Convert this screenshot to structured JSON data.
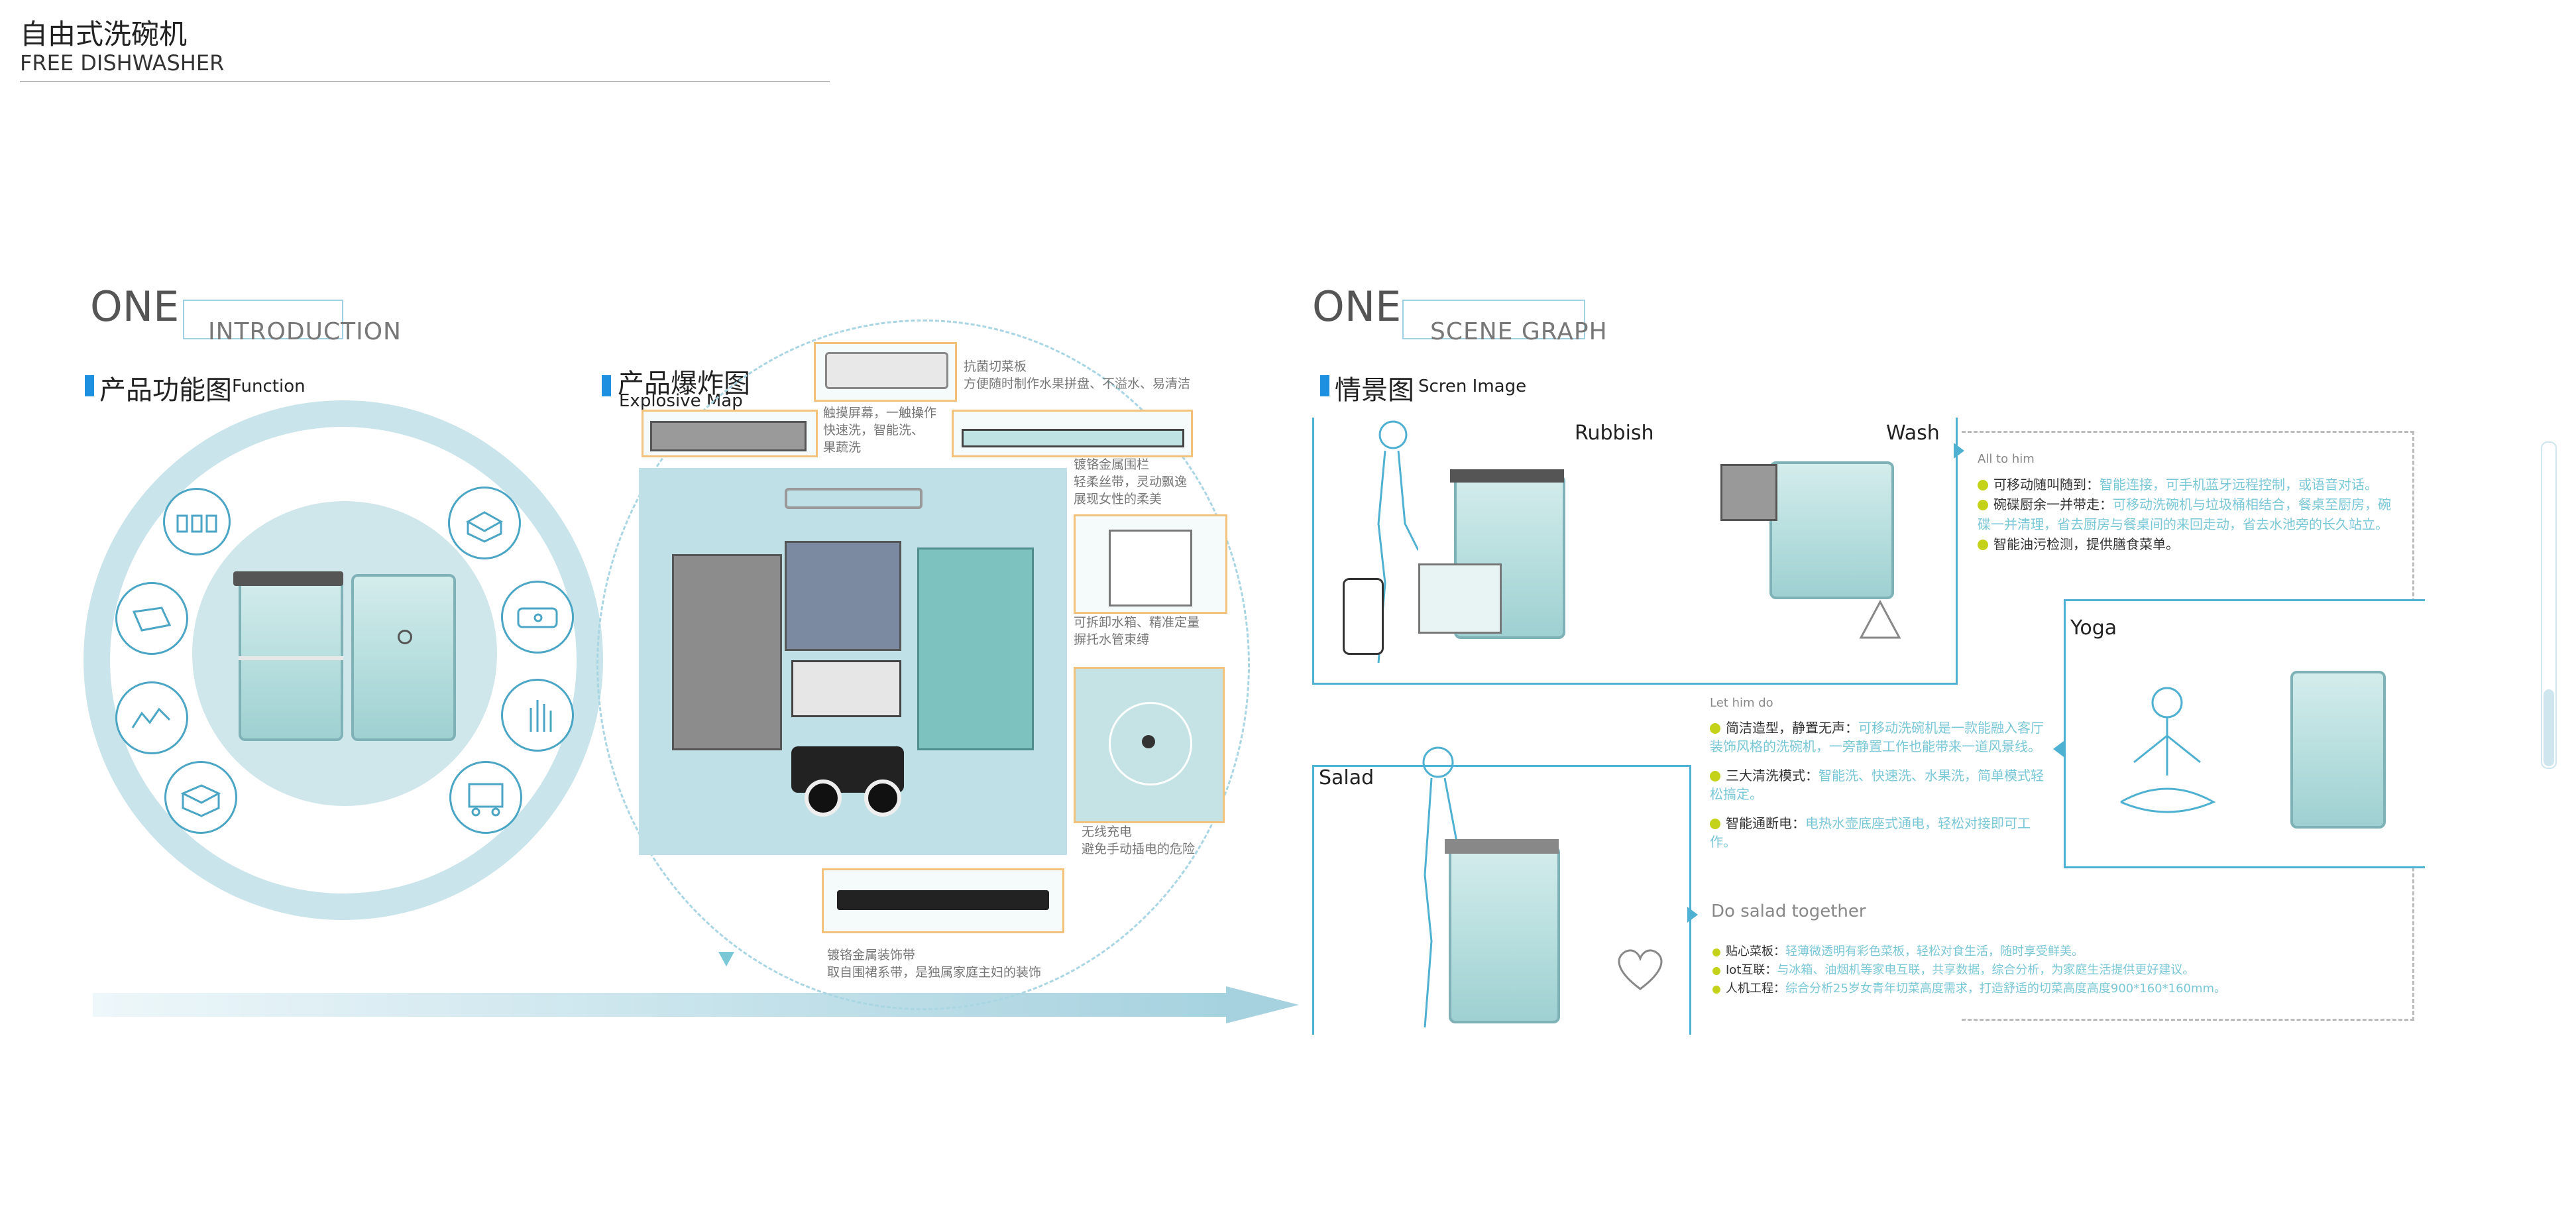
{
  "header": {
    "title_cn": "自由式洗碗机",
    "title_en": "FREE DISHWASHER"
  },
  "intro": {
    "one": "ONE",
    "section": "INTRODUCTION",
    "func_cn": "产品功能图",
    "func_en": "Function",
    "explode_cn": "产品爆炸图",
    "explode_en": "Explosive Map",
    "annotations": {
      "a1": "抗菌切菜板",
      "a1b": "方便随时制作水果拼盘、不溢水、易清洁",
      "a2": "触摸屏幕，一触操作",
      "a2b": "快速洗，智能洗、",
      "a2c": "果蔬洗",
      "a3": "镀铬金属围栏",
      "a3b": "轻柔丝带，灵动飘逸",
      "a3c": "展现女性的柔美",
      "a4": "可拆卸水箱、精准定量",
      "a4b": "摒托水管束缚",
      "a5": "无线充电",
      "a5b": "避免手动插电的危险",
      "a6": "镀铬金属装饰带",
      "a6b": "取自围裙系带，是独属家庭主妇的装饰"
    }
  },
  "scene": {
    "one": "ONE",
    "section": "SCENE GRAPH",
    "title_cn": "情景图",
    "title_en": "Scren Image",
    "labels": {
      "rubbish": "Rubbish",
      "wash": "Wash",
      "salad": "Salad",
      "yoga": "Yoga"
    },
    "all_to_him": {
      "heading": "All to him",
      "items": [
        {
          "lead": "可移动随叫随到：",
          "text": "智能连接，可手机蓝牙远程控制，或语音对话。"
        },
        {
          "lead": "碗碟厨余一并带走：",
          "text": "可移动洗碗机与垃圾桶相结合，餐桌至厨房，碗碟一并清理，省去厨房与餐桌间的来回走动，省去水池旁的长久站立。"
        },
        {
          "lead": "智能油污检测，提供膳食菜单。",
          "text": ""
        }
      ]
    },
    "let_him_do": {
      "heading": "Let him do",
      "items": [
        {
          "lead": "简洁造型，静置无声：",
          "text": "可移动洗碗机是一款能融入客厅装饰风格的洗碗机，一旁静置工作也能带来一道风景线。"
        },
        {
          "lead": "三大清洗模式：",
          "text": "智能洗、快速洗、水果洗，简单模式轻松搞定。"
        },
        {
          "lead": "智能通断电：",
          "text": "电热水壶底座式通电，轻松对接即可工作。"
        }
      ]
    },
    "salad_together": {
      "heading": "Do salad together",
      "items": [
        {
          "lead": "贴心菜板：",
          "text": "轻薄微透明有彩色菜板，轻松对食生活，随时享受鲜美。"
        },
        {
          "lead": "Iot互联：",
          "text": "与冰箱、油烟机等家电互联，共享数据，综合分析，为家庭生活提供更好建议。"
        },
        {
          "lead": "人机工程：",
          "text": "综合分析25岁女青年切菜高度需求，打造舒适的切菜高度高度900*160*160mm。"
        }
      ]
    }
  },
  "colors": {
    "accent": "#1e90e0",
    "teal": "#bfe0e6",
    "outline": "#4fb1d1",
    "bullet": "#c4d21a"
  }
}
